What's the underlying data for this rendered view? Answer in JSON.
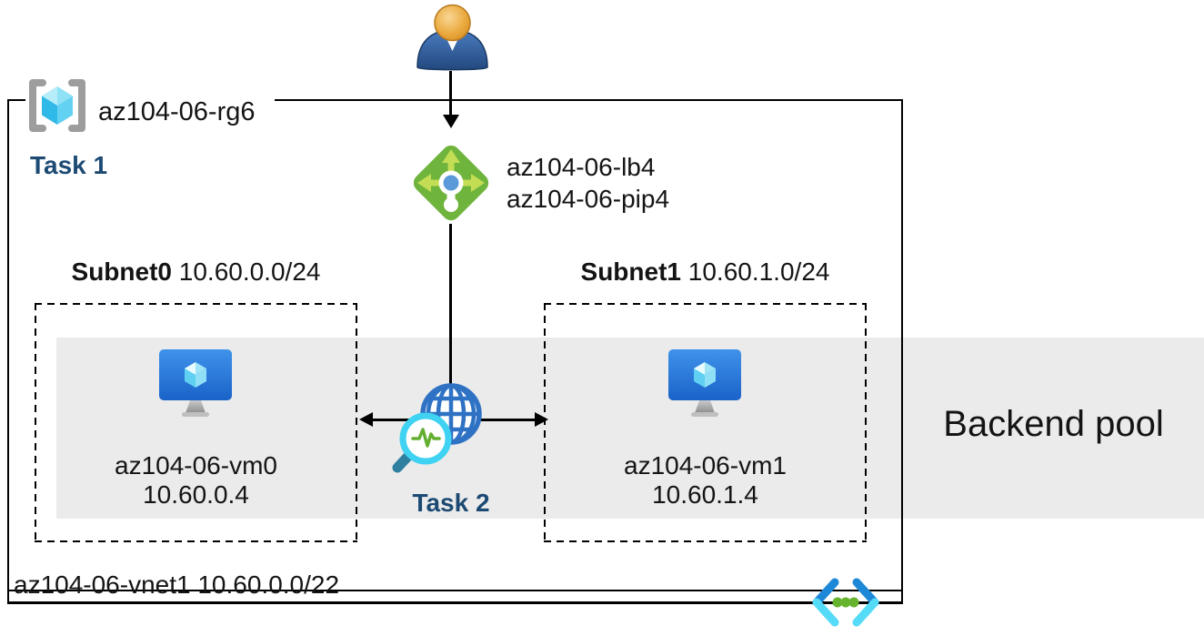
{
  "resource_group": {
    "name": "az104-06-rg6",
    "task_label": "Task 1"
  },
  "load_balancer": {
    "name": "az104-06-lb4",
    "public_ip": "az104-06-pip4"
  },
  "traffic_test": {
    "task_label": "Task 2"
  },
  "subnets": [
    {
      "name": "Subnet0",
      "cidr": "10.60.0.0/24",
      "vm": {
        "name": "az104-06-vm0",
        "ip": "10.60.0.4"
      }
    },
    {
      "name": "Subnet1",
      "cidr": "10.60.1.0/24",
      "vm": {
        "name": "az104-06-vm1",
        "ip": "10.60.1.4"
      }
    }
  ],
  "backend_pool": {
    "label": "Backend pool"
  },
  "virtual_network": {
    "name": "az104-06-vnet1",
    "cidr": "10.60.0.0/22"
  },
  "icons": {
    "user": "user-icon",
    "load_balancer": "load-balancer-icon",
    "resource_group": "resource-group-icon",
    "virtual_machine": "virtual-machine-icon",
    "network_test": "globe-magnifier-icon",
    "virtual_network": "virtual-network-icon"
  },
  "colors": {
    "task_text": "#1C4A73",
    "backend_band": "#EBEBEB",
    "lb_green": "#6FB43C",
    "lb_arrow_green": "#C3DE55",
    "globe_blue": "#2F72C4",
    "cube_cyan": "#49C7EE",
    "vnet_bracket_blue": "#1E88D8",
    "vnet_bracket_cyan": "#55DBF8",
    "vnet_dot_green": "#66B32E",
    "connector": "#000000"
  }
}
